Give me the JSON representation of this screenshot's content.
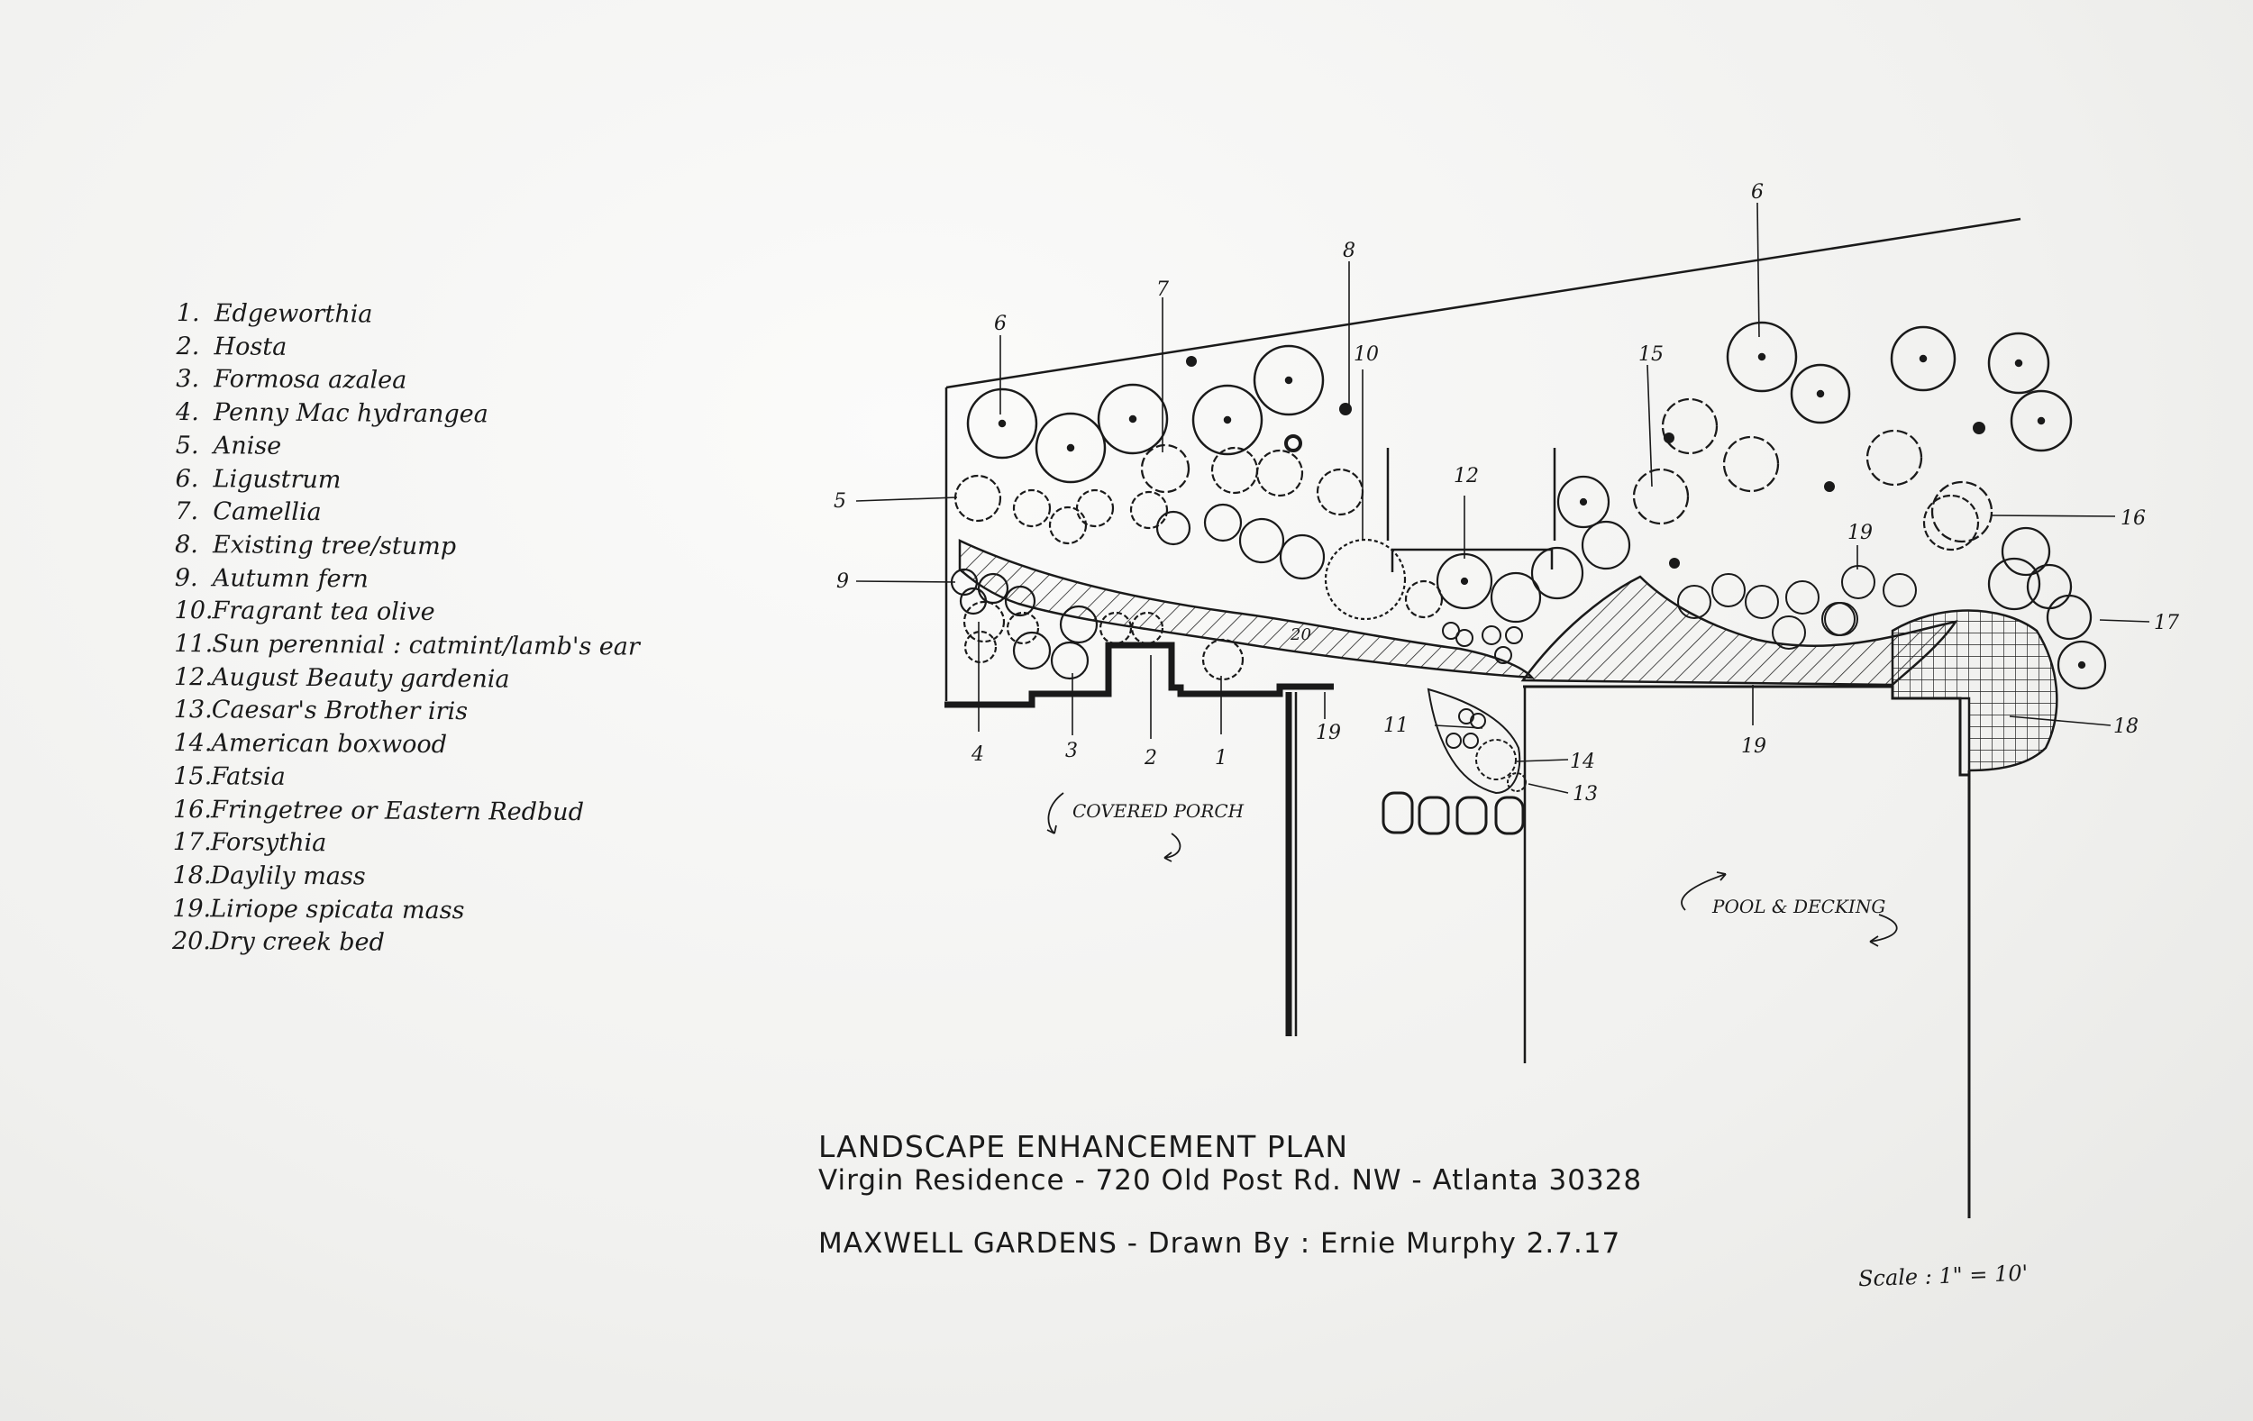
{
  "legend": [
    {
      "num": "1.",
      "name": "Edgeworthia"
    },
    {
      "num": "2.",
      "name": "Hosta"
    },
    {
      "num": "3.",
      "name": "Formosa azalea"
    },
    {
      "num": "4.",
      "name": "Penny Mac hydrangea"
    },
    {
      "num": "5.",
      "name": "Anise"
    },
    {
      "num": "6.",
      "name": "Ligustrum"
    },
    {
      "num": "7.",
      "name": "Camellia"
    },
    {
      "num": "8.",
      "name": "Existing tree/stump"
    },
    {
      "num": "9.",
      "name": "Autumn fern"
    },
    {
      "num": "10.",
      "name": "Fragrant tea olive"
    },
    {
      "num": "11.",
      "name": "Sun perennial : catmint/lamb's ear"
    },
    {
      "num": "12.",
      "name": "August Beauty gardenia"
    },
    {
      "num": "13.",
      "name": "Caesar's Brother iris"
    },
    {
      "num": "14.",
      "name": "American boxwood"
    },
    {
      "num": "15.",
      "name": "Fatsia"
    },
    {
      "num": "16.",
      "name": "Fringetree or Eastern Redbud"
    },
    {
      "num": "17.",
      "name": "Forsythia"
    },
    {
      "num": "18.",
      "name": "Daylily mass"
    },
    {
      "num": "19.",
      "name": "Liriope spicata mass"
    },
    {
      "num": "20.",
      "name": "Dry creek bed"
    }
  ],
  "plan": {
    "callouts": {
      "c6a": "6",
      "c7": "7",
      "c8": "8",
      "c10": "10",
      "c15": "15",
      "c6b": "6",
      "c12": "12",
      "c5": "5",
      "c9": "9",
      "c4": "4",
      "c3": "3",
      "c2": "2",
      "c1": "1",
      "c19a": "19",
      "c20": "20",
      "c11": "11",
      "c14": "14",
      "c13": "13",
      "c19b": "19",
      "c19c": "19",
      "c16": "16",
      "c17": "17",
      "c18": "18"
    },
    "covered_porch": "COVERED PORCH",
    "pool_decking": "POOL & DECKING"
  },
  "title_block": {
    "title": "LANDSCAPE ENHANCEMENT PLAN",
    "residence": "Virgin Residence - 720 Old Post Rd. NW - Atlanta 30328",
    "drawn_by": "MAXWELL GARDENS - Drawn By : Ernie Murphy    2.7.17",
    "scale": "Scale : 1\" = 10'"
  }
}
